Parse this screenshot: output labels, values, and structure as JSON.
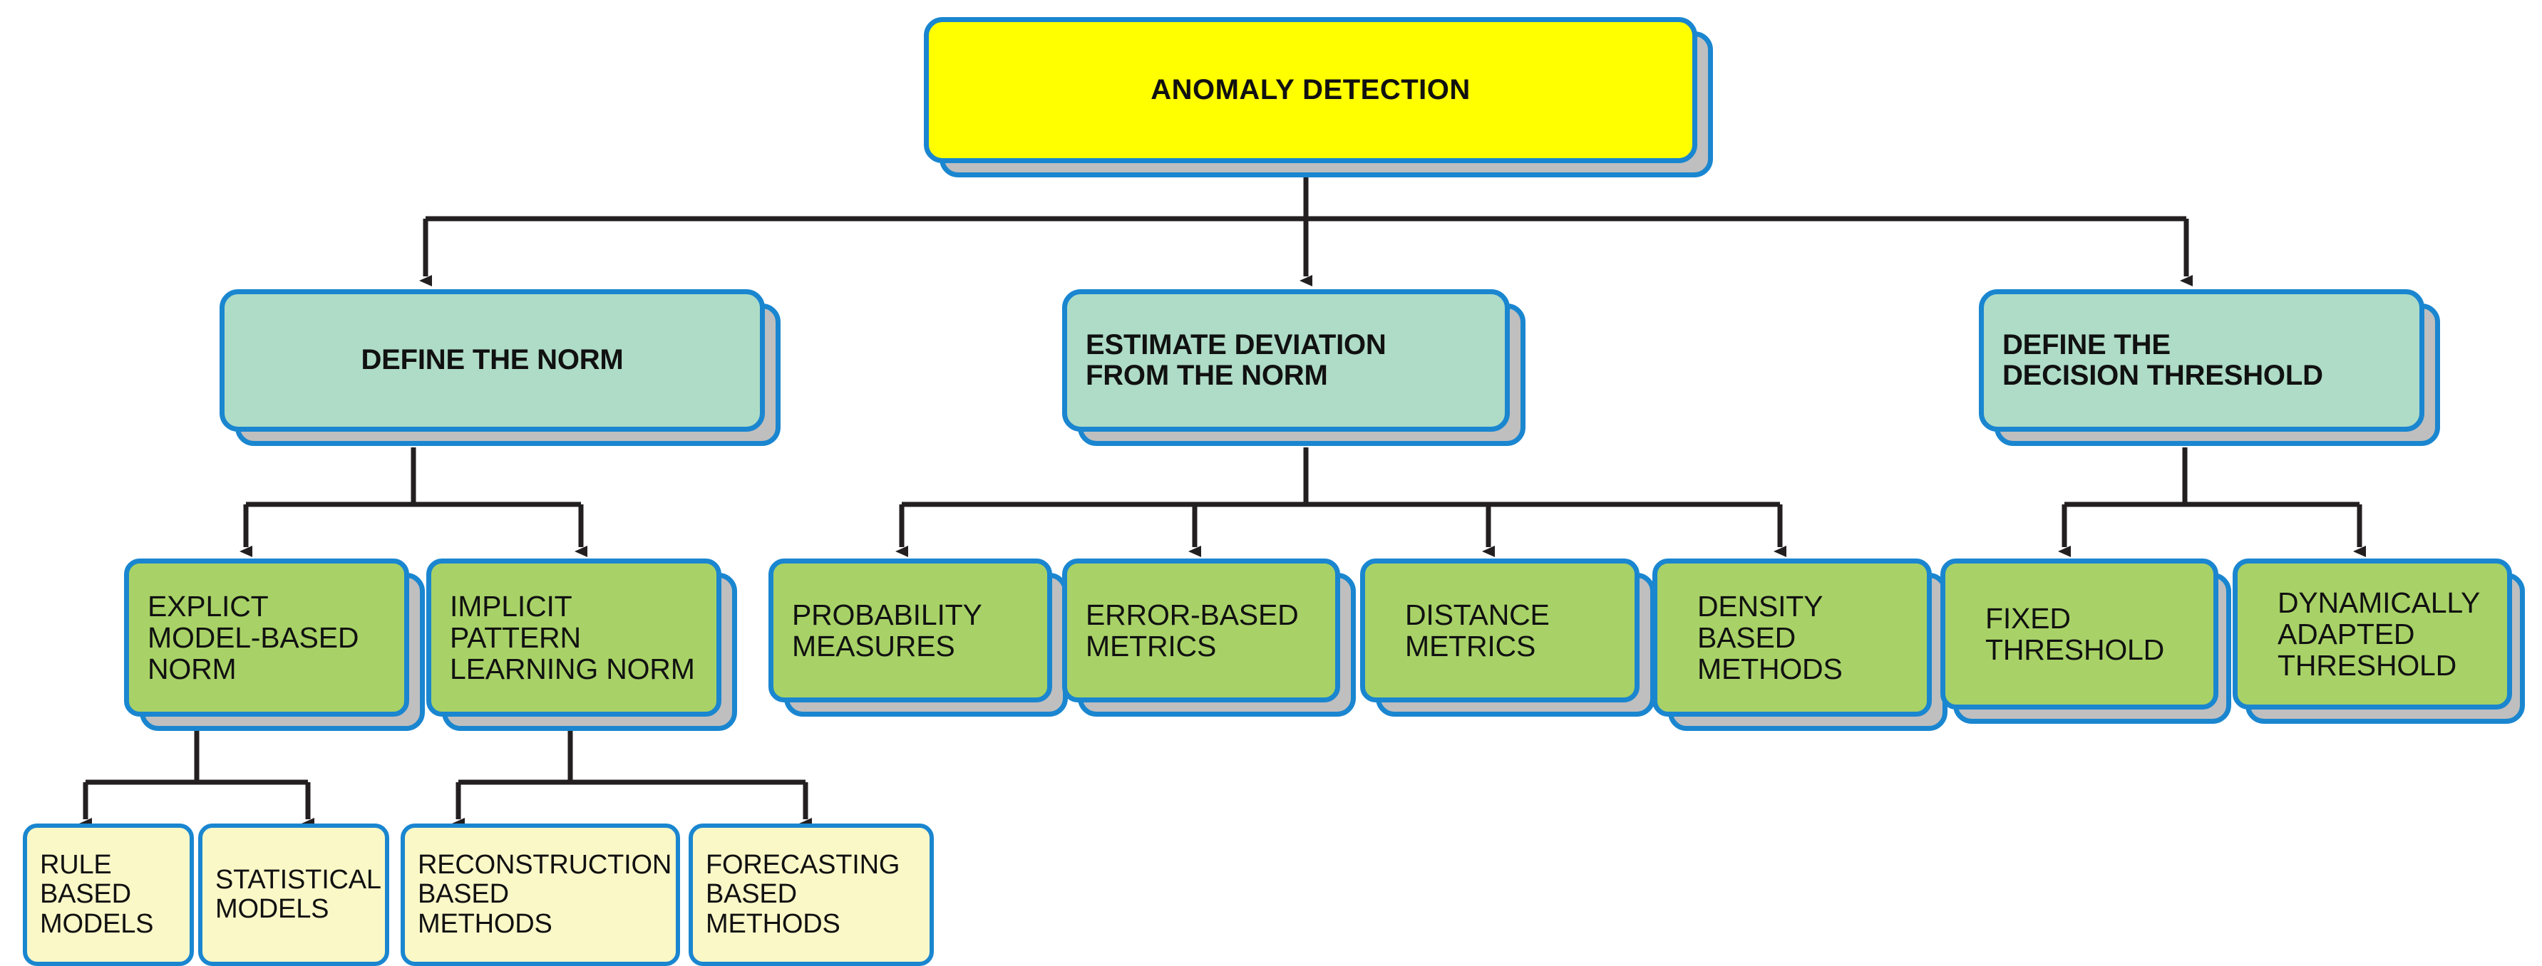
{
  "diagram": {
    "title": "Anomaly Detection taxonomy",
    "colors": {
      "root_fill": "#ffff00",
      "level2_fill": "#aedcc7",
      "level3_fill": "#a8d267",
      "level4_fill": "#fbf8c8",
      "border": "#1a86d0",
      "shadow": "#bfbfbf",
      "connector": "#231f20",
      "background": "#ffffff"
    },
    "root": {
      "label": "ANOMALY DETECTION"
    },
    "level2": [
      {
        "label": "DEFINE THE NORM"
      },
      {
        "label": "ESTIMATE DEVIATION\nFROM THE NORM"
      },
      {
        "label": "DEFINE THE\nDECISION THRESHOLD"
      }
    ],
    "level3": [
      {
        "label": "EXPLICT\nMODEL-BASED\nNORM"
      },
      {
        "label": "IMPLICIT\nPATTERN\nLEARNING NORM"
      },
      {
        "label": "PROBABILITY\nMEASURES"
      },
      {
        "label": "ERROR-BASED\nMETRICS"
      },
      {
        "label": "DISTANCE\nMETRICS"
      },
      {
        "label": "DENSITY\nBASED\nMETHODS"
      },
      {
        "label": "FIXED\nTHRESHOLD"
      },
      {
        "label": "DYNAMICALLY\nADAPTED\nTHRESHOLD"
      }
    ],
    "level4": [
      {
        "label": "RULE\nBASED\nMODELS"
      },
      {
        "label": "STATISTICAL\nMODELS"
      },
      {
        "label": "RECONSTRUCTION\nBASED\nMETHODS"
      },
      {
        "label": "FORECASTING\nBASED\nMETHODS"
      }
    ]
  }
}
